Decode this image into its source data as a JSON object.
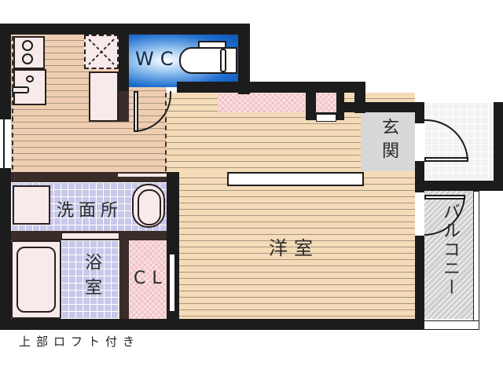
{
  "floorplan": {
    "rooms": {
      "wc": {
        "label": "WC"
      },
      "western_room": {
        "label": "洋室"
      },
      "entrance": {
        "label": "玄関"
      },
      "washroom": {
        "label": "洗面所"
      },
      "bathroom": {
        "label": "浴室"
      },
      "closet": {
        "label": "CL"
      },
      "balcony": {
        "label": "バルコニー"
      }
    },
    "note": "上部ロフト付き",
    "colors": {
      "wall": "#1c1c1c",
      "wood_floor": "#f5dcb8",
      "kitchen_floor": "#efcdb0",
      "tile_floor": "#c8c8ea",
      "closet_floor": "#f2c4c6",
      "wc_blue": "#1f6fd0",
      "entrance_floor": "#d8d8d8",
      "balcony_floor": "#d0d0d0"
    }
  }
}
